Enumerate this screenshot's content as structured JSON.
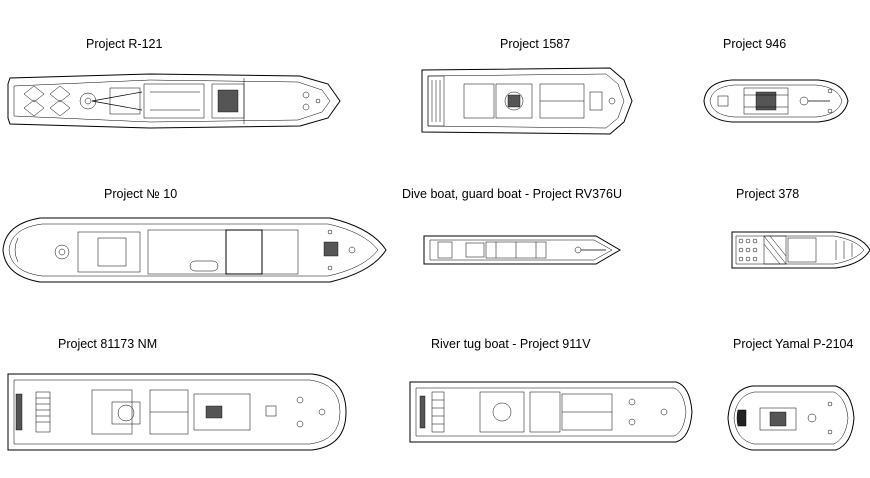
{
  "captions": {
    "r121": "Project  R-121",
    "p1587": "Project  1587",
    "p946": "Project   946",
    "n10": "Project  № 10",
    "rv376u": "Dive boat, guard boat - Project RV376U",
    "p378": "Project  378",
    "p81173": "Project  81173 NM",
    "p911v": "River tug boat - Project 911V",
    "yamal": "Project  Yamal  P-2104"
  }
}
